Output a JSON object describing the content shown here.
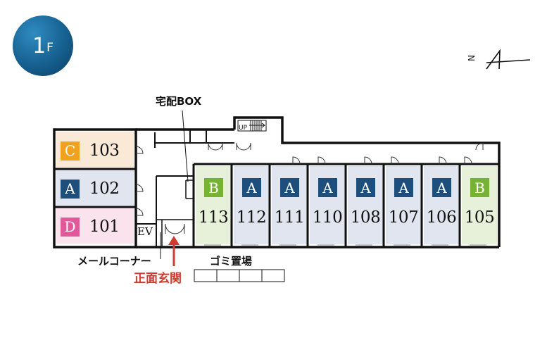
{
  "floor": {
    "number": "1",
    "unit": "F"
  },
  "compass": {
    "label": "N"
  },
  "labels": {
    "delivery_box": "宅配BOX",
    "mail_corner": "メールコーナー",
    "garbage": "ゴミ置場",
    "entrance": "正面玄関",
    "ev": "EV",
    "up": "UP"
  },
  "colors": {
    "A": "#1e4f7c",
    "B": "#76b335",
    "C": "#f0a21c",
    "D": "#e05a9b",
    "entrance": "#d23a2f"
  },
  "left_rooms": [
    {
      "type": "C",
      "number": "103"
    },
    {
      "type": "A",
      "number": "102"
    },
    {
      "type": "D",
      "number": "101"
    }
  ],
  "right_rooms": [
    {
      "type": "B",
      "number": "113"
    },
    {
      "type": "A",
      "number": "112"
    },
    {
      "type": "A",
      "number": "111"
    },
    {
      "type": "A",
      "number": "110"
    },
    {
      "type": "A",
      "number": "108"
    },
    {
      "type": "A",
      "number": "107"
    },
    {
      "type": "A",
      "number": "106"
    },
    {
      "type": "B",
      "number": "105"
    }
  ]
}
